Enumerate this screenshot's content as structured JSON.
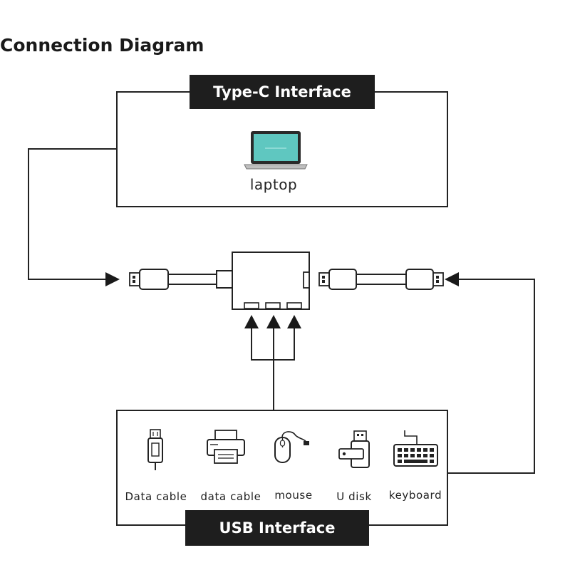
{
  "diagram": {
    "title": "Connection Diagram",
    "top_section": {
      "header": "Type-C Interface",
      "device_label": "laptop"
    },
    "bottom_section": {
      "header": "USB Interface",
      "devices": [
        {
          "icon": "data-cable-icon",
          "label": "Data cable"
        },
        {
          "icon": "printer-icon",
          "label": "data cable"
        },
        {
          "icon": "mouse-icon",
          "label": "mouse"
        },
        {
          "icon": "usb-flash-drive-icon",
          "label": "U disk"
        },
        {
          "icon": "keyboard-icon",
          "label": "keyboard"
        }
      ]
    },
    "colors": {
      "line": "#222222",
      "header_background": "#1e1e1e",
      "header_text": "#ffffff",
      "laptop_screen": "#5fc7c0"
    }
  }
}
